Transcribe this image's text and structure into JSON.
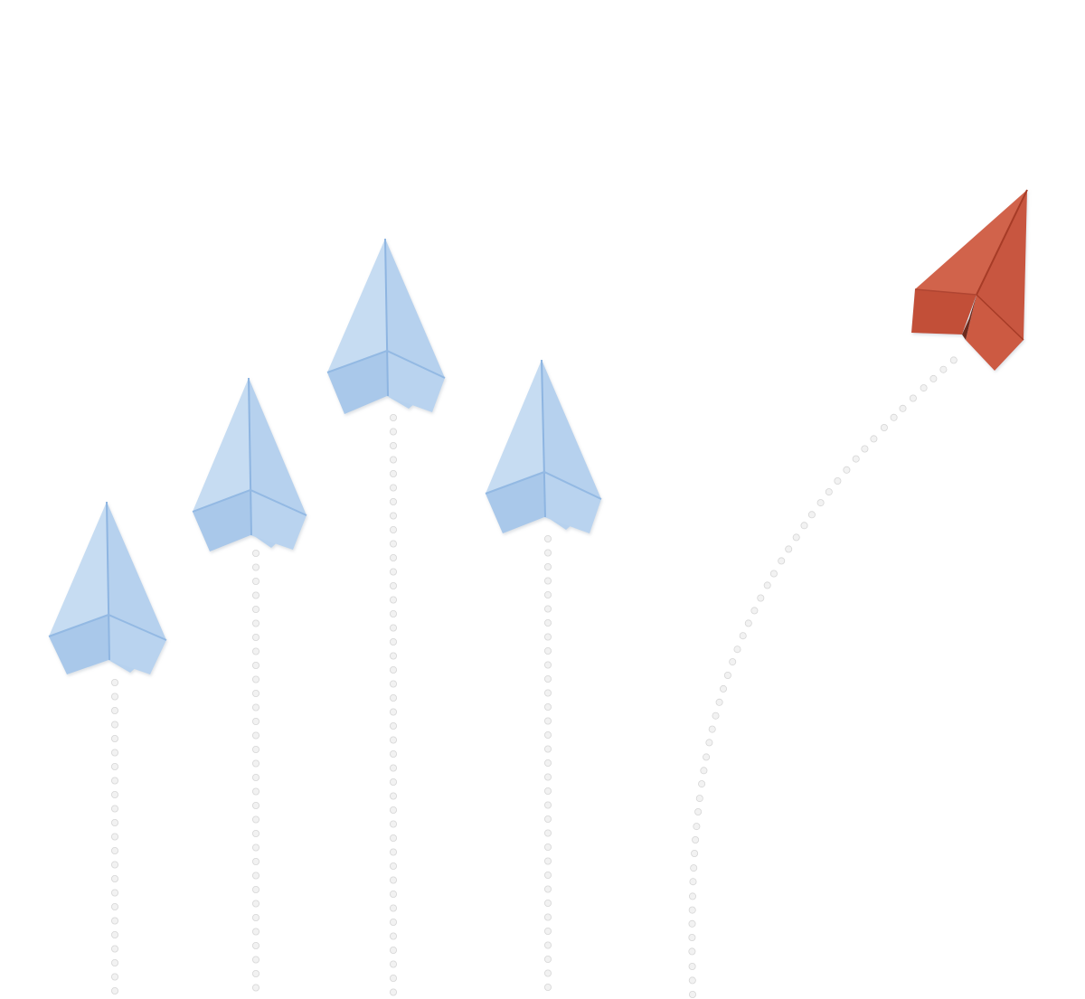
{
  "scene": {
    "background": "#ffffff",
    "trail_color": "#f2f2f2",
    "trail_shadow": "#d6d6d6",
    "planes": [
      {
        "id": "blue-plane-1",
        "color": "blue",
        "icon": "paper-plane-icon"
      },
      {
        "id": "blue-plane-2",
        "color": "blue",
        "icon": "paper-plane-icon"
      },
      {
        "id": "blue-plane-3",
        "color": "blue",
        "icon": "paper-plane-icon"
      },
      {
        "id": "blue-plane-4",
        "color": "blue",
        "icon": "paper-plane-icon"
      },
      {
        "id": "red-plane",
        "color": "red",
        "icon": "paper-plane-icon"
      }
    ],
    "colors": {
      "blue_light": "#c8def3",
      "blue_mid": "#b3cfec",
      "blue_dark": "#9fc0e6",
      "blue_crease": "#8fb6e2",
      "red_light": "#d66a52",
      "red_mid": "#c9553e",
      "red_dark": "#a63b27",
      "red_crease": "#6e2a1d"
    }
  }
}
